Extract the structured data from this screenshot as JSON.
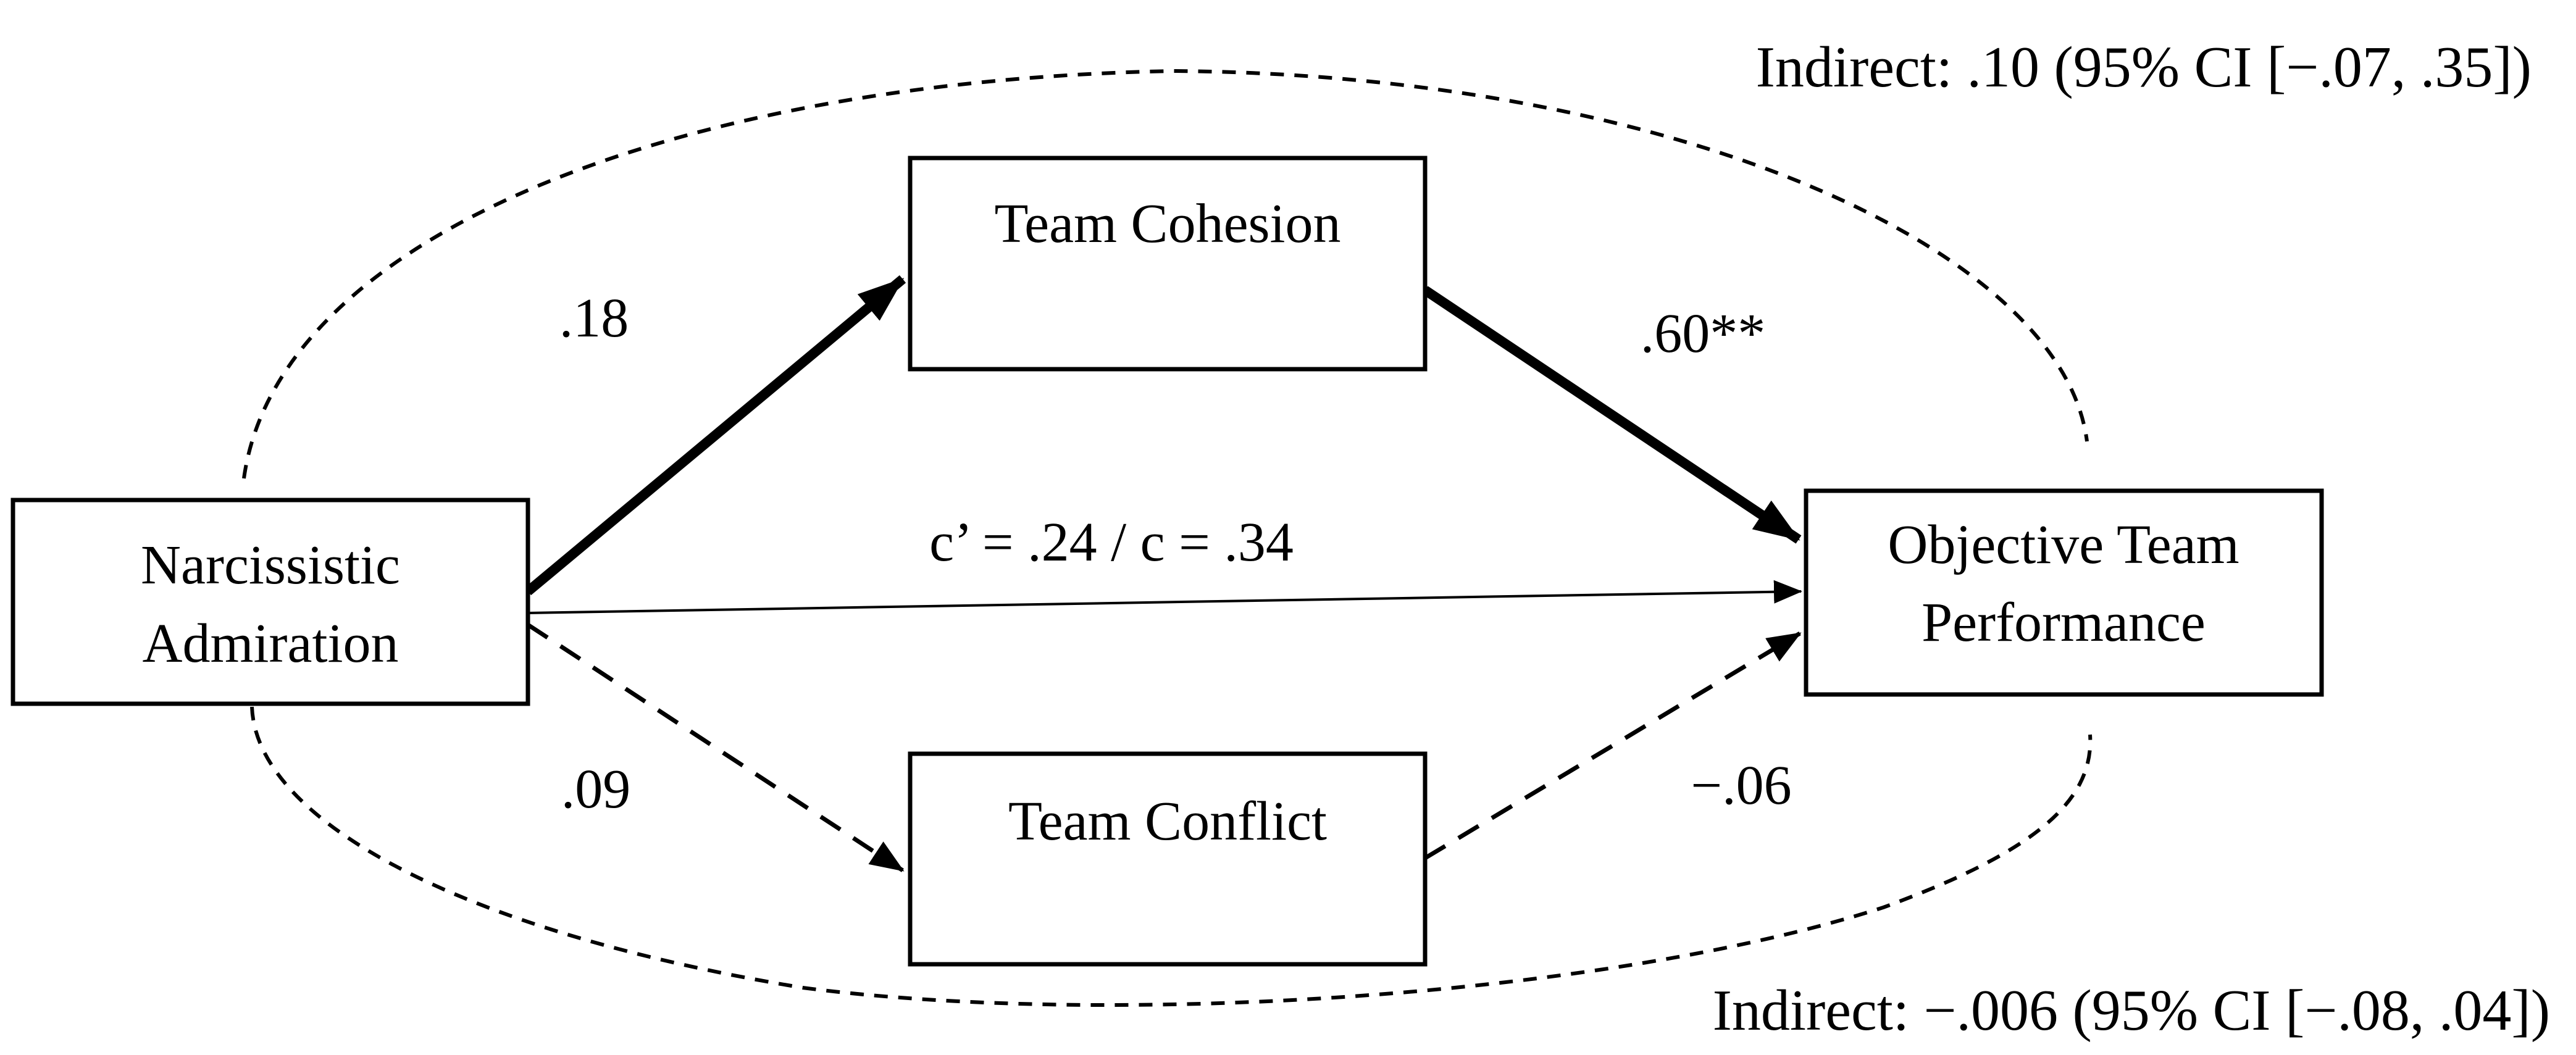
{
  "figure": {
    "type": "mediation-path-model",
    "background": "#ffffff",
    "ink": "#000000",
    "nodes": {
      "predictor": {
        "line1": "Narcissistic",
        "line2": "Admiration"
      },
      "mediator_top": {
        "label": "Team Cohesion"
      },
      "mediator_bottom": {
        "label": "Team Conflict"
      },
      "outcome": {
        "line1": "Objective Team",
        "line2": "Performance"
      }
    },
    "coefficients": {
      "predictor_to_cohesion": ".18",
      "cohesion_to_outcome": ".60**",
      "direct_path": "c’ = .24 / c = .34",
      "predictor_to_conflict": ".09",
      "conflict_to_outcome": "−.06"
    },
    "annotations": {
      "indirect_top": "Indirect: .10 (95% CI [−.07, .35])",
      "indirect_bottom": "Indirect: −.006 (95% CI [−.08, .04])"
    }
  }
}
